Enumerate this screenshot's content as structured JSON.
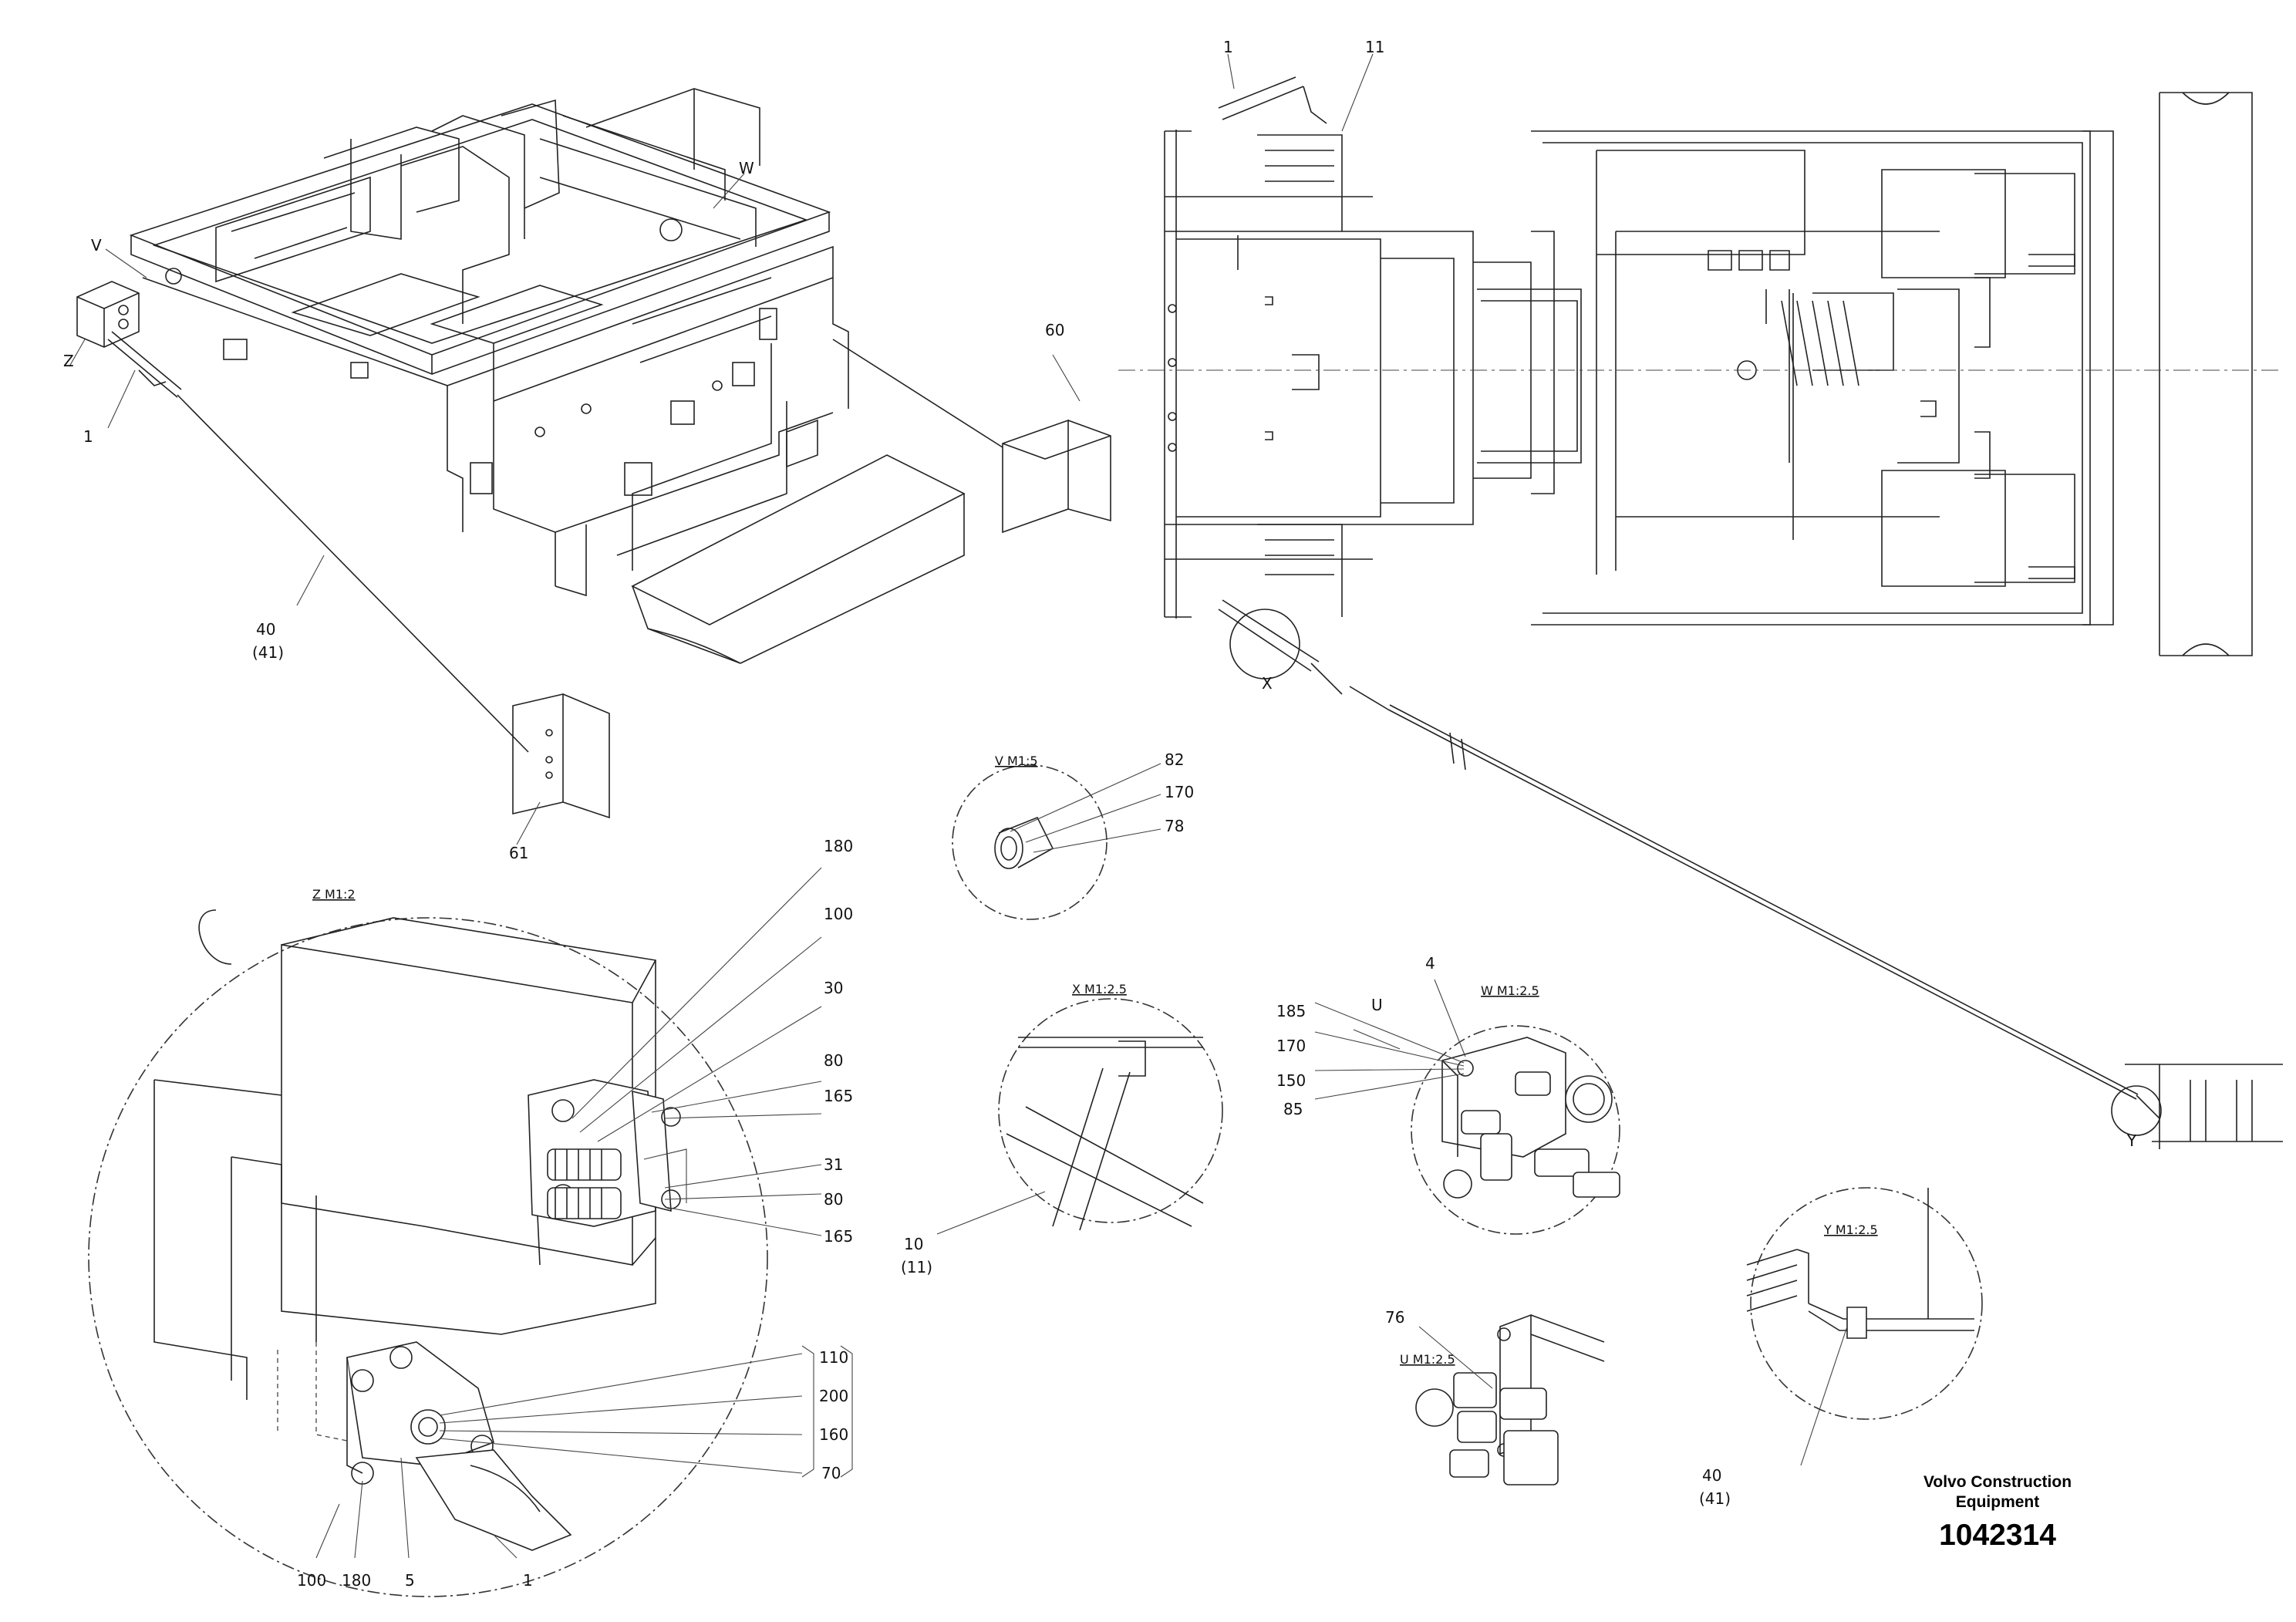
{
  "callouts": {
    "iso_v": "V",
    "iso_z": "Z",
    "iso_1": "1",
    "iso_w": "W",
    "hose_40": "40",
    "hose_41": "(41)",
    "part_60": "60",
    "part_61": "61",
    "top_1": "1",
    "top_11": "11",
    "top_x": "X",
    "top_y": "Y",
    "v_82": "82",
    "v_170": "170",
    "v_78": "78",
    "z_180": "180",
    "z_100": "100",
    "z_30": "30",
    "z_80a": "80",
    "z_165a": "165",
    "z_31": "31",
    "z_80b": "80",
    "z_165b": "165",
    "z_110": "110",
    "z_200": "200",
    "z_160": "160",
    "z_70": "70",
    "z_b100": "100",
    "z_b180": "180",
    "z_b5": "5",
    "z_b1": "1",
    "x_10": "10",
    "x_11": "(11)",
    "w_4": "4",
    "w_u": "U",
    "w_185": "185",
    "w_170": "170",
    "w_150": "150",
    "w_85": "85",
    "u_76": "76",
    "y_40": "40",
    "y_41": "(41)"
  },
  "view_labels": {
    "v": "V M1:5",
    "z": "Z M1:2",
    "x": "X M1:2.5",
    "w": "W M1:2.5",
    "u": "U M1:2.5",
    "y": "Y M1:2.5"
  },
  "title_block": {
    "company_line1": "Volvo Construction",
    "company_line2": "Equipment",
    "document_number": "1042314"
  },
  "colors": {
    "line": "#222222",
    "background": "#ffffff"
  }
}
